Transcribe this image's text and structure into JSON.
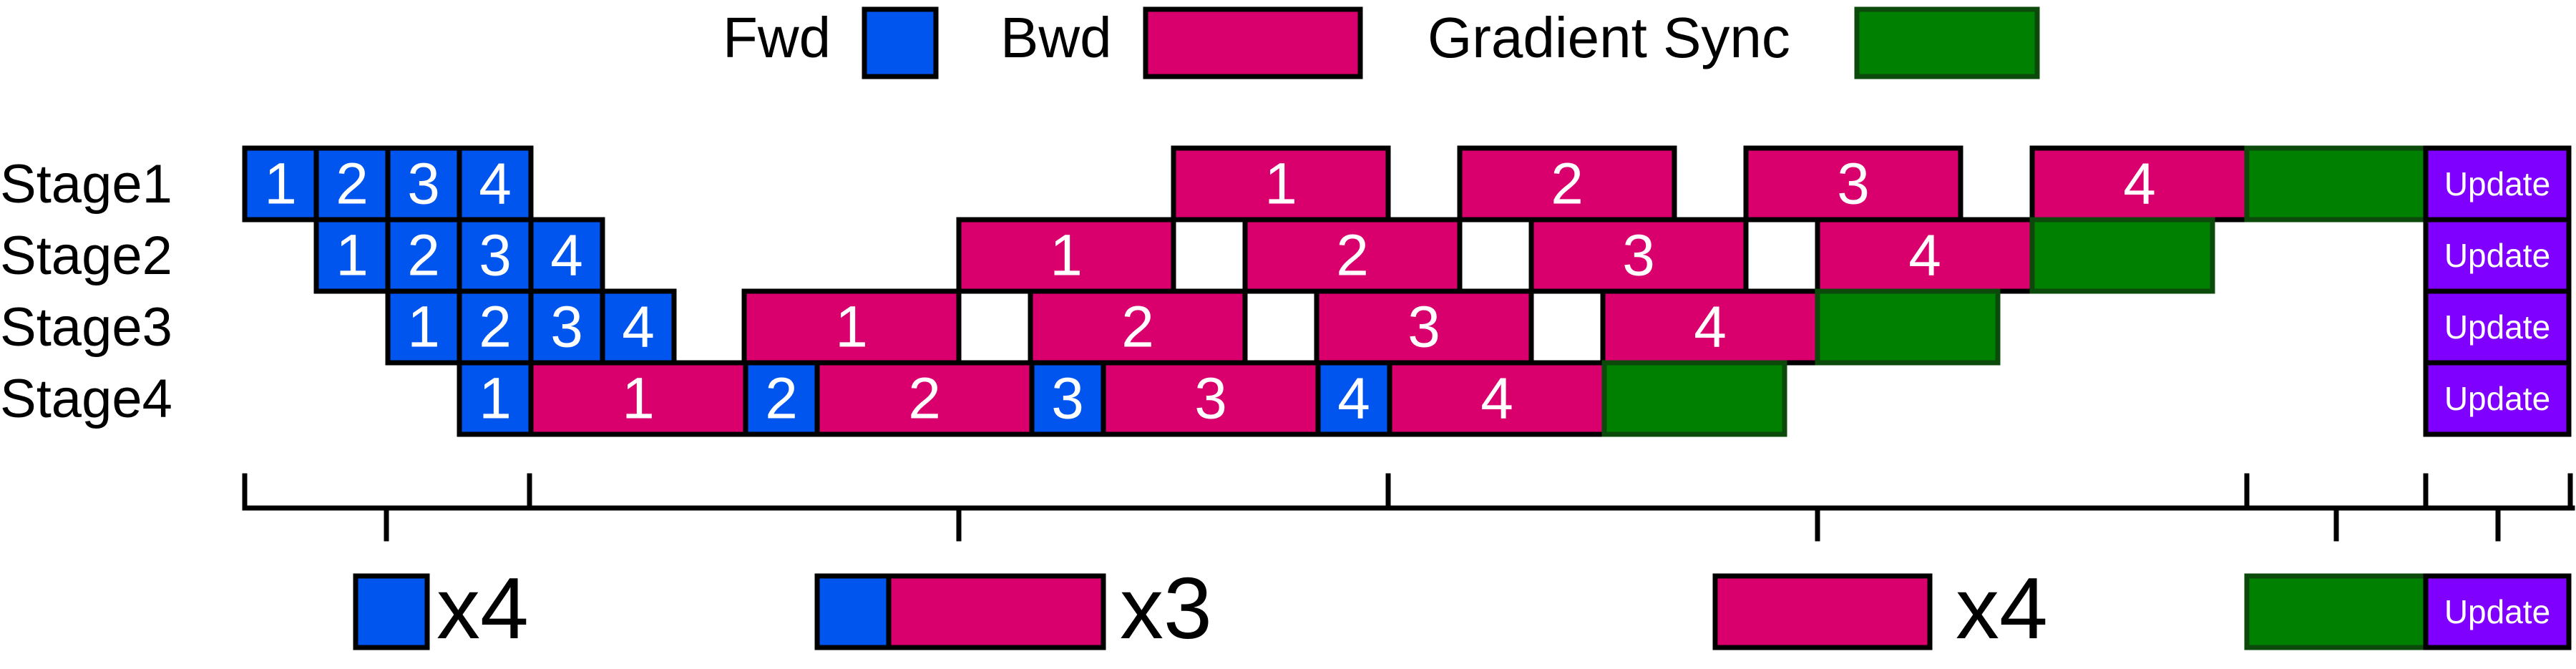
{
  "colors": {
    "fwd": "#0055ee",
    "bwd": "#d9006e",
    "grad": "#008000",
    "update": "#7f00ff"
  },
  "legend": [
    {
      "label": "Fwd",
      "kind": "fwd"
    },
    {
      "label": "Bwd",
      "kind": "bwd"
    },
    {
      "label": "Gradient Sync",
      "kind": "grad"
    }
  ],
  "stages": [
    {
      "label": "Stage1",
      "blocks": [
        {
          "kind": "fwd",
          "label": "1"
        },
        {
          "kind": "fwd",
          "label": "2"
        },
        {
          "kind": "fwd",
          "label": "3"
        },
        {
          "kind": "fwd",
          "label": "4"
        },
        {
          "kind": "bwd",
          "label": "1"
        },
        {
          "kind": "bwd",
          "label": "2"
        },
        {
          "kind": "bwd",
          "label": "3"
        },
        {
          "kind": "bwd",
          "label": "4"
        },
        {
          "kind": "grad",
          "label": ""
        },
        {
          "kind": "update",
          "label": "Update"
        }
      ]
    },
    {
      "label": "Stage2",
      "blocks": [
        {
          "kind": "fwd",
          "label": "1"
        },
        {
          "kind": "fwd",
          "label": "2"
        },
        {
          "kind": "fwd",
          "label": "3"
        },
        {
          "kind": "fwd",
          "label": "4"
        },
        {
          "kind": "bwd",
          "label": "1"
        },
        {
          "kind": "bwd",
          "label": "2"
        },
        {
          "kind": "bwd",
          "label": "3"
        },
        {
          "kind": "bwd",
          "label": "4"
        },
        {
          "kind": "grad",
          "label": ""
        },
        {
          "kind": "update",
          "label": "Update"
        }
      ]
    },
    {
      "label": "Stage3",
      "blocks": [
        {
          "kind": "fwd",
          "label": "1"
        },
        {
          "kind": "fwd",
          "label": "2"
        },
        {
          "kind": "fwd",
          "label": "3"
        },
        {
          "kind": "fwd",
          "label": "4"
        },
        {
          "kind": "bwd",
          "label": "1"
        },
        {
          "kind": "bwd",
          "label": "2"
        },
        {
          "kind": "bwd",
          "label": "3"
        },
        {
          "kind": "bwd",
          "label": "4"
        },
        {
          "kind": "grad",
          "label": ""
        },
        {
          "kind": "update",
          "label": "Update"
        }
      ]
    },
    {
      "label": "Stage4",
      "blocks": [
        {
          "kind": "fwd",
          "label": "1"
        },
        {
          "kind": "bwd",
          "label": "1"
        },
        {
          "kind": "fwd",
          "label": "2"
        },
        {
          "kind": "bwd",
          "label": "2"
        },
        {
          "kind": "fwd",
          "label": "3"
        },
        {
          "kind": "bwd",
          "label": "3"
        },
        {
          "kind": "fwd",
          "label": "4"
        },
        {
          "kind": "bwd",
          "label": "4"
        },
        {
          "kind": "grad",
          "label": ""
        },
        {
          "kind": "update",
          "label": "Update"
        }
      ]
    }
  ],
  "summary": [
    {
      "blocks": [
        {
          "kind": "fwd",
          "label": ""
        }
      ],
      "multiplier": "x4"
    },
    {
      "blocks": [
        {
          "kind": "fwd",
          "label": ""
        },
        {
          "kind": "bwd",
          "label": ""
        }
      ],
      "multiplier": "x3"
    },
    {
      "blocks": [
        {
          "kind": "bwd",
          "label": ""
        }
      ],
      "multiplier": "x4"
    },
    {
      "blocks": [
        {
          "kind": "grad",
          "label": ""
        },
        {
          "kind": "update",
          "label": "Update"
        }
      ],
      "multiplier": ""
    }
  ]
}
